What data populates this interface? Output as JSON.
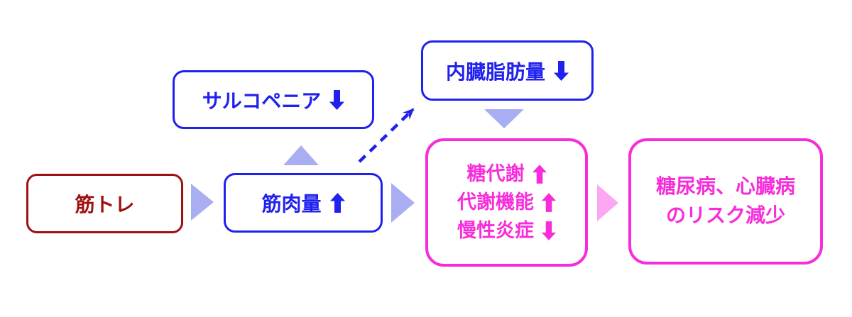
{
  "diagram": {
    "language": "ja",
    "colors": {
      "background": "#ffffff",
      "dark_red": "#9e1111",
      "blue": "#2121ef",
      "periwinkle_arrow": "#a9aef2",
      "magenta": "#f72dda",
      "light_pink_arrow": "#fca7f2"
    },
    "nodes": {
      "kintore": {
        "label": "筋トレ"
      },
      "kinniku": {
        "label": "筋肉量",
        "icon": "up-arrow"
      },
      "sarcopenia": {
        "label": "サルコペニア",
        "icon": "down-arrow"
      },
      "visceral_fat": {
        "label": "内臓脂肪量",
        "icon": "down-arrow"
      },
      "outcomes": {
        "lines": [
          {
            "label": "糖代謝",
            "icon": "up-arrow"
          },
          {
            "label": "代謝機能",
            "icon": "up-arrow"
          },
          {
            "label": "慢性炎症",
            "icon": "down-arrow"
          }
        ]
      },
      "risk_reduction": {
        "line1": "糖尿病、心臓病",
        "line2": "のリスク減少"
      }
    },
    "connectors": [
      {
        "type": "solid-triangle-right",
        "color": "#a9aef2",
        "from": "kintore",
        "to": "kinniku"
      },
      {
        "type": "solid-triangle-up",
        "color": "#a9aef2",
        "from": "kinniku",
        "to": "sarcopenia"
      },
      {
        "type": "dashed-arrow-diagonal",
        "color": "#2121ef",
        "from": "kinniku",
        "to": "visceral_fat"
      },
      {
        "type": "solid-triangle-down",
        "color": "#a9aef2",
        "from": "visceral_fat",
        "to": "outcomes"
      },
      {
        "type": "solid-triangle-right",
        "color": "#a9aef2",
        "from": "kinniku",
        "to": "outcomes"
      },
      {
        "type": "solid-triangle-right",
        "color": "#fca7f2",
        "from": "outcomes",
        "to": "risk_reduction"
      }
    ]
  }
}
